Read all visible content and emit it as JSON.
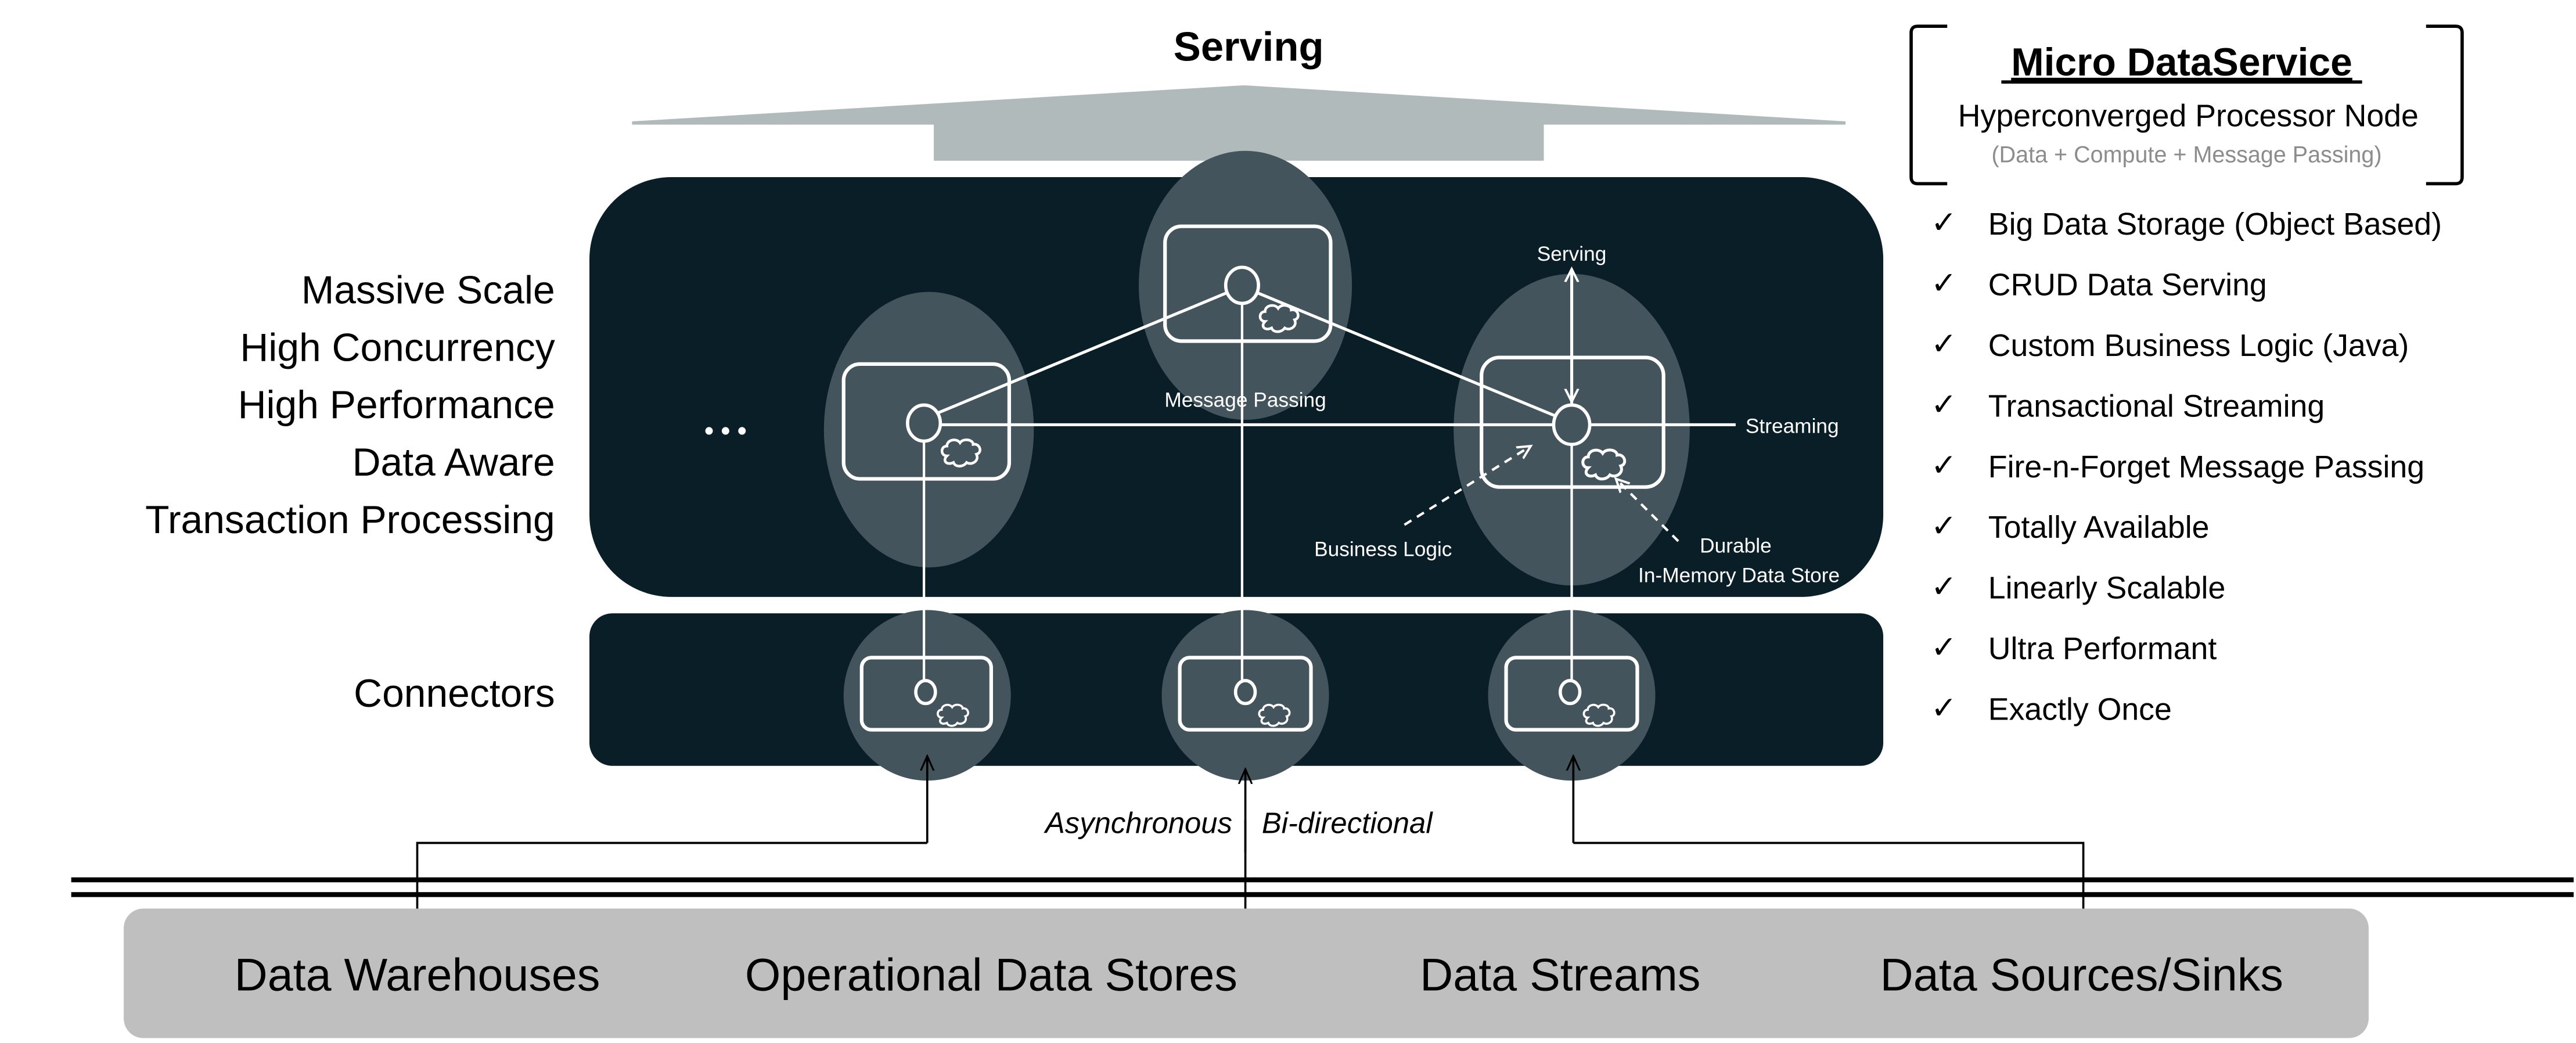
{
  "serving_header": {
    "label": "Serving"
  },
  "colors": {
    "panel": "#0a1e28",
    "node_halo": "#44545c",
    "arrow_fill": "#b0babb",
    "data_box": "#bfbfbf",
    "text": "#000000",
    "subtitle_gray": "#8c8c8c",
    "line_light": "#ffffff"
  },
  "left_labels": {
    "qualities": [
      "Massive Scale",
      "High Concurrency",
      "High Performance",
      "Data Aware",
      "Transaction Processing"
    ],
    "connectors": "Connectors"
  },
  "cluster": {
    "ellipsis": "• • •",
    "message_passing": "Message Passing",
    "serving": "Serving",
    "streaming": "Streaming",
    "business_logic": "Business Logic",
    "durable_line1": "Durable",
    "durable_line2": "In-Memory Data Store"
  },
  "async_label": {
    "part1": "Asynchronous",
    "part2": "Bi-directional"
  },
  "data_systems": [
    "Data Warehouses",
    "Operational Data Stores",
    "Data Streams",
    "Data Sources/Sinks"
  ],
  "micro_dataservice": {
    "title": "Micro DataService",
    "subtitle": "Hyperconverged Processor Node",
    "detail": "(Data + Compute + Message Passing)"
  },
  "features": {
    "check_glyph": "✓",
    "items": [
      "Big Data Storage (Object Based)",
      "CRUD Data Serving",
      "Custom Business Logic (Java)",
      "Transactional Streaming",
      "Fire-n-Forget Message Passing",
      "Totally Available",
      "Linearly Scalable",
      "Ultra Performant",
      "Exactly Once"
    ]
  }
}
